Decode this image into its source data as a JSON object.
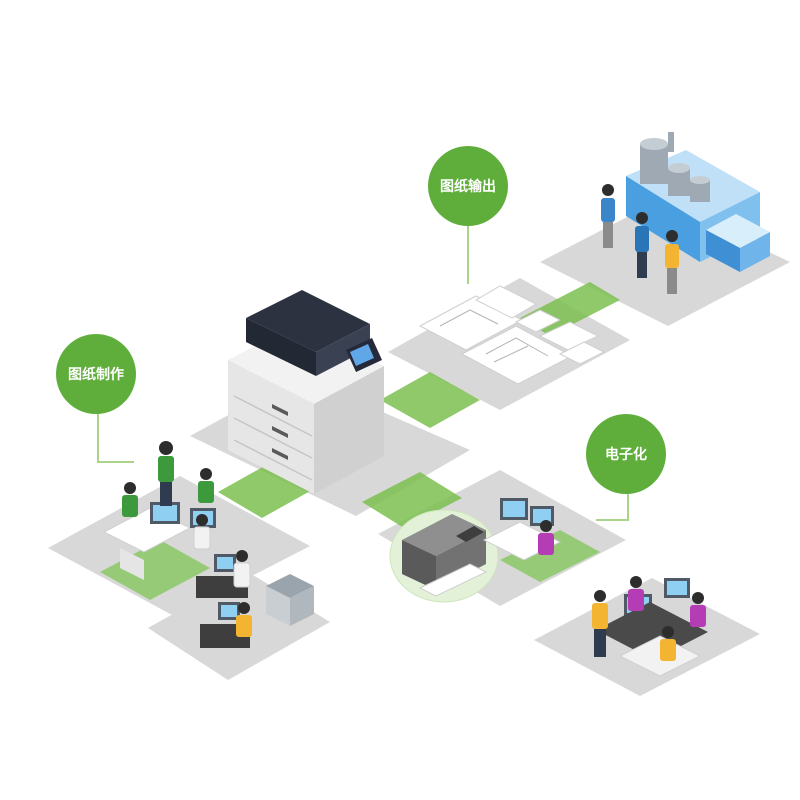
{
  "colors": {
    "accent_green": "#5fae3c",
    "path_green": "#72bf44",
    "platform_gray": "#d6d6d6",
    "platform_gray_dark": "#c2c2c2",
    "connector": "#b8d9a3",
    "white": "#ffffff"
  },
  "labels": {
    "output": "图纸输出",
    "making": "图纸制作",
    "digitization": "电子化"
  },
  "icons": [
    "printer-icon",
    "factory-icon",
    "document-icon",
    "computer-icon",
    "person-icon",
    "scanner-icon",
    "cabinet-icon"
  ]
}
